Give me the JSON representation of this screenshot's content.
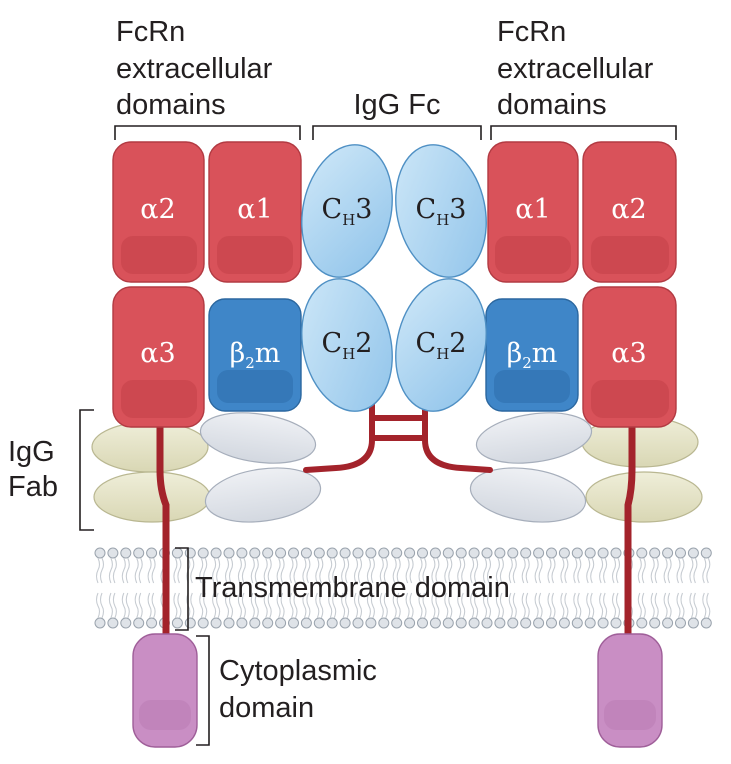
{
  "labels": {
    "fcrn_left_line1": "FcRn",
    "fcrn_left_line2": "extracellular",
    "fcrn_left_line3": "domains",
    "fcrn_right_line1": "FcRn",
    "fcrn_right_line2": "extracellular",
    "fcrn_right_line3": "domains",
    "igg_fc": "IgG Fc",
    "igg_fab_line1": "IgG",
    "igg_fab_line2": "Fab",
    "transmembrane": "Transmembrane domain",
    "cytoplasmic_line1": "Cytoplasmic",
    "cytoplasmic_line2": "domain"
  },
  "domains": {
    "alpha1": "α1",
    "alpha2": "α2",
    "alpha3": "α3",
    "beta_main": "β",
    "beta_sub": "2",
    "beta_tail": "m",
    "ch_main": "C",
    "ch_sub": "H",
    "ch2_num": "2",
    "ch3_num": "3"
  },
  "colors": {
    "alpha": "#d9525a",
    "beta2m": "#3f86c8",
    "fc": "#a9d3ef",
    "fab_gray": "#dfe3ea",
    "fab_beige": "#e4e2c6",
    "linker": "#a3232b",
    "cytoplasmic": "#c98ec4",
    "membrane": "#c7ccd2"
  }
}
